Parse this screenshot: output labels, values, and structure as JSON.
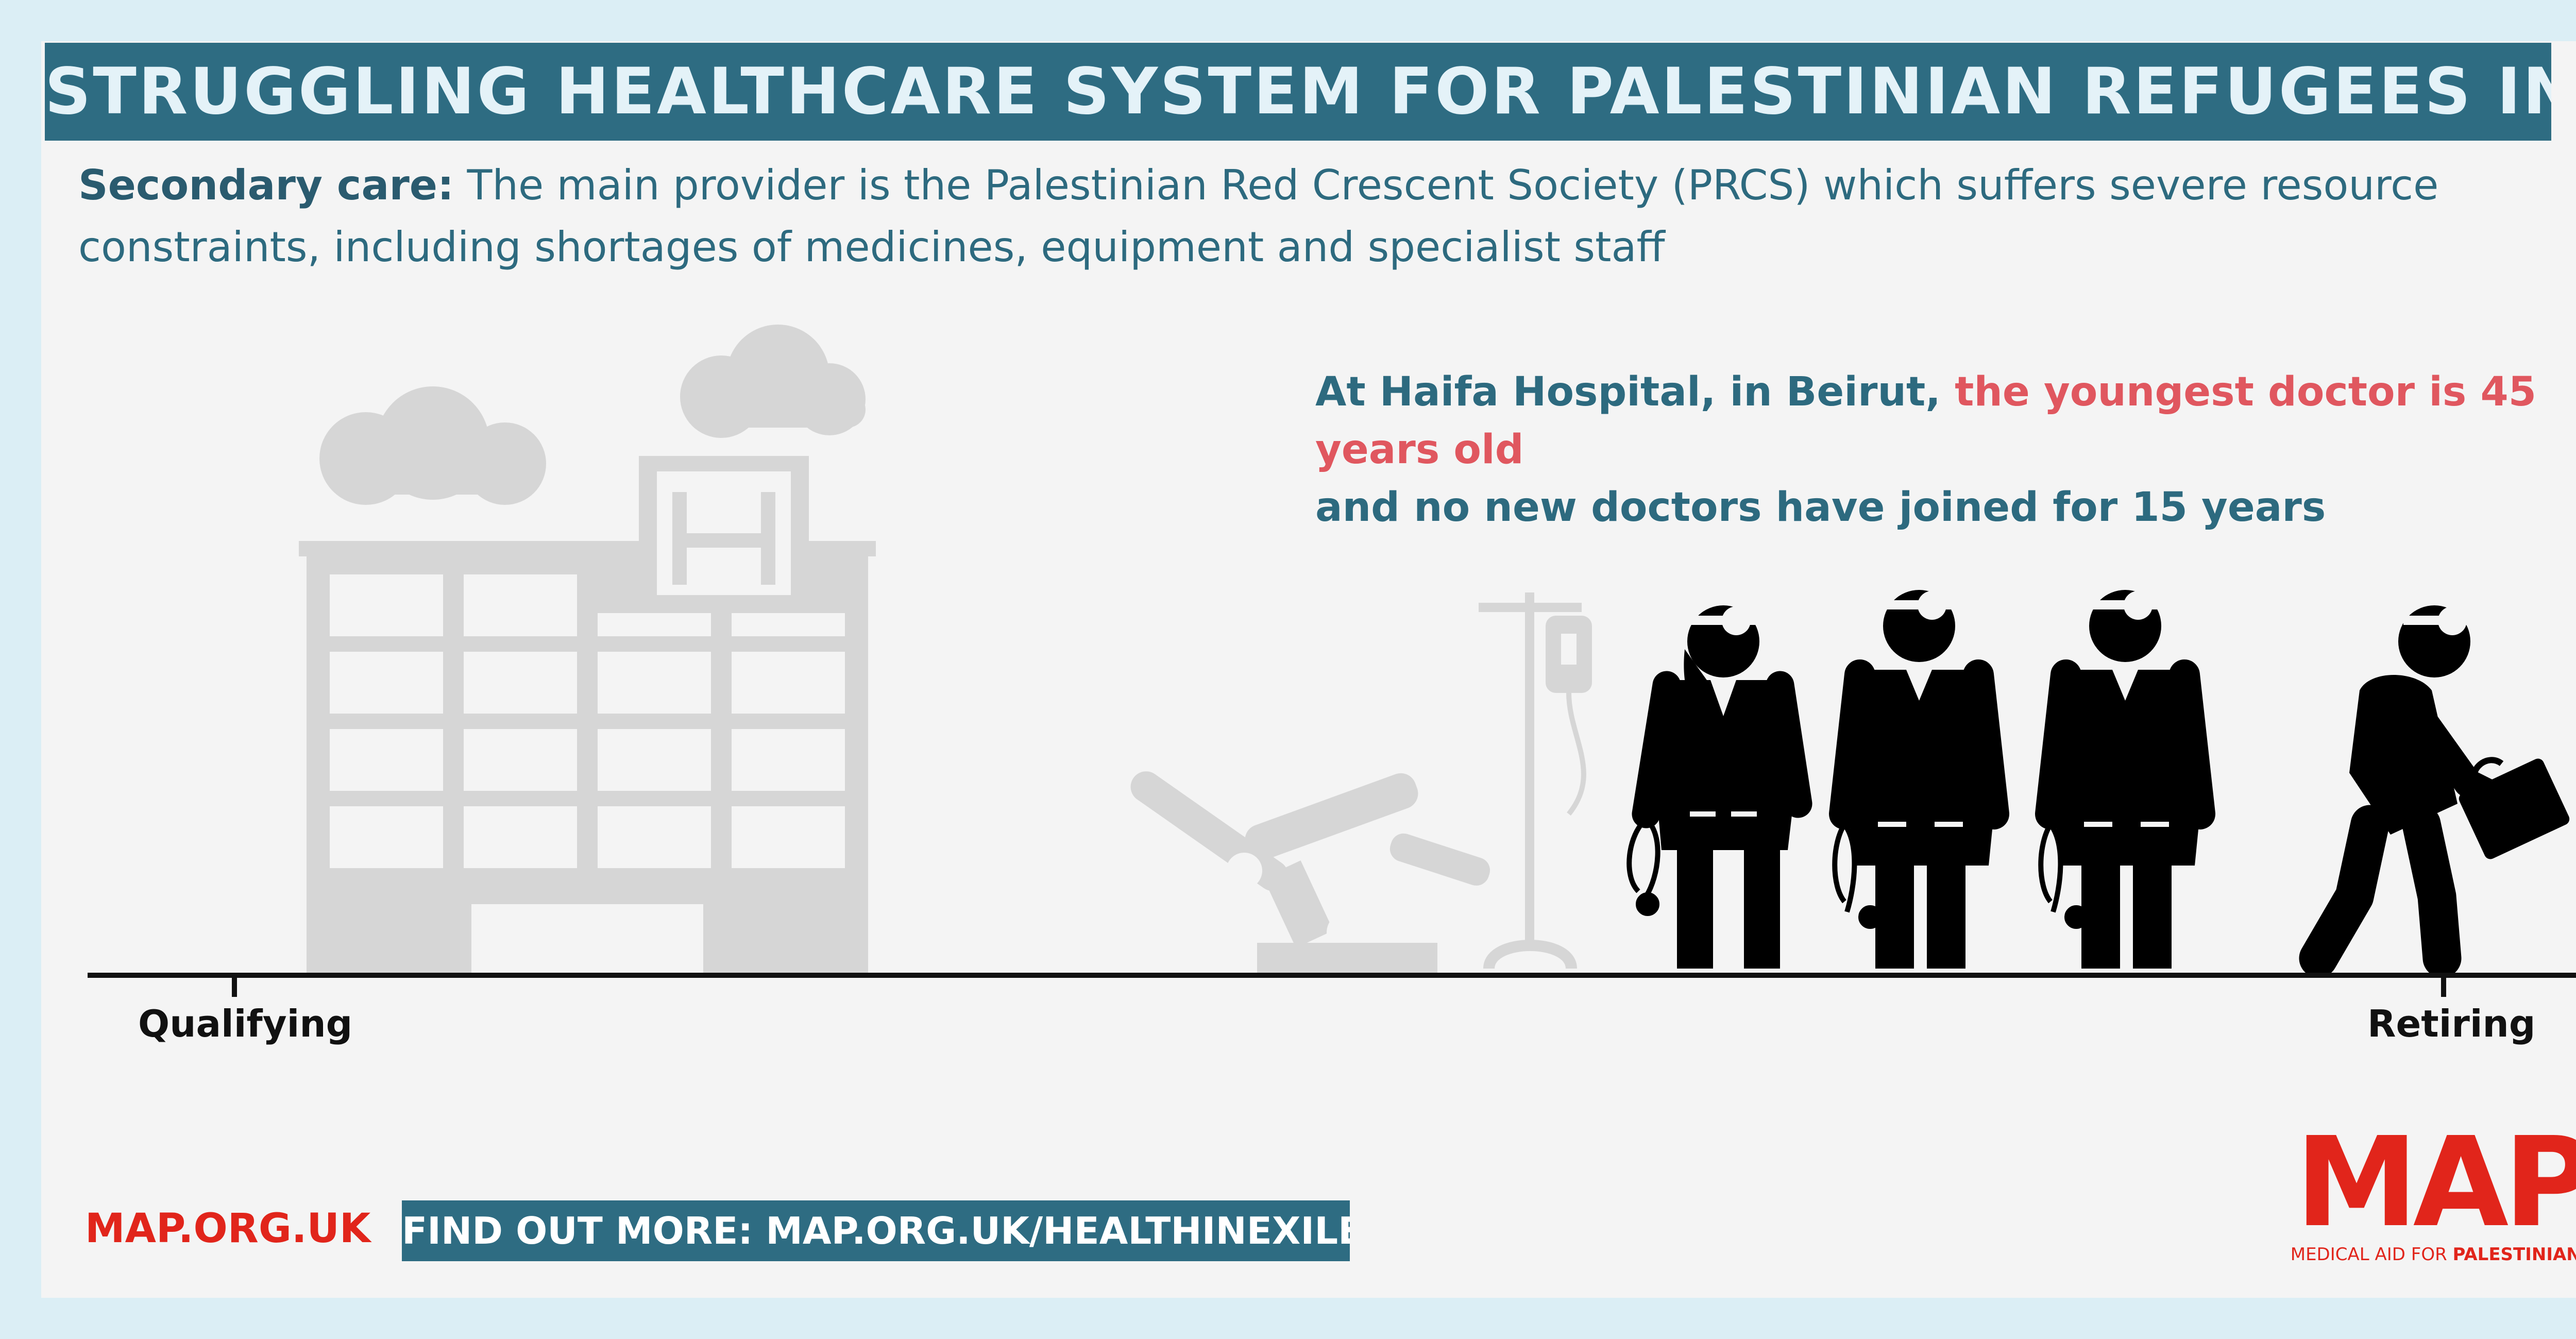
{
  "banner": {
    "title": "STRUGGLING HEALTHCARE SYSTEM FOR PALESTINIAN REFUGEES IN LEBANON"
  },
  "intro": {
    "lead": "Secondary care:",
    "text": " The main provider is the Palestinian Red Crescent Society (PRCS) which suffers severe resource constraints, including shortages of medicines, equipment and specialist staff"
  },
  "quote": {
    "part1": "At Haifa Hospital, in Beirut, ",
    "highlight": "the youngest doctor is 45 years old",
    "part2": "and no new doctors have joined for 15 years"
  },
  "timeline": {
    "start_label": "Qualifying",
    "end_label": "Retiring"
  },
  "footer": {
    "site": "MAP.ORG.UK",
    "cta": "FIND OUT MORE: MAP.ORG.UK/HEALTHINEXILE"
  },
  "logo": {
    "mark": "MAP",
    "sub_light": "MEDICAL AID FOR ",
    "sub_bold": "PALESTINIANS"
  },
  "colors": {
    "banner_bg": "#2e6c82",
    "text_teal": "#2d6a7f",
    "highlight_red": "#e0575f",
    "brand_red": "#e1251b",
    "illustration_grey": "#d6d6d6",
    "figure_black": "#000000"
  },
  "icons": [
    "hospital-building-icon",
    "cloud-icon",
    "hospital-bed-icon",
    "iv-drip-icon",
    "doctor-female-icon",
    "doctor-male-icon",
    "retiring-doctor-icon",
    "stethoscope-icon",
    "briefcase-icon"
  ]
}
